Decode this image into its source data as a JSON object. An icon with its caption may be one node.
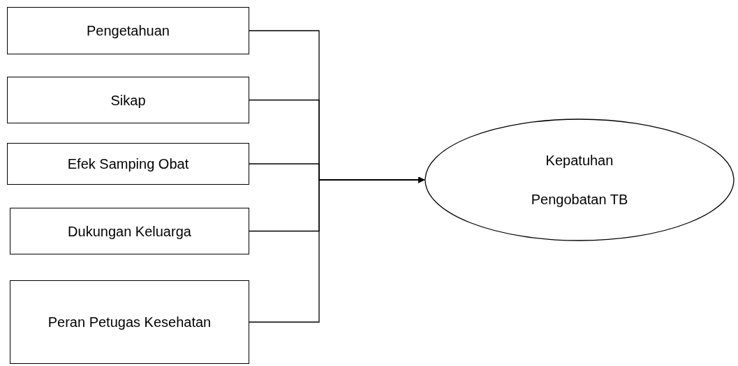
{
  "diagram": {
    "nodes": [
      {
        "text": [
          "Pengetahuan"
        ]
      },
      {
        "text": [
          "Sikap"
        ]
      },
      {
        "text": [
          "Efek Samping Obat"
        ]
      },
      {
        "text": [
          "Dukungan Keluarga"
        ]
      },
      {
        "text": [
          "Peran Petugas Kesehatan"
        ]
      },
      {
        "text": [
          "Kepatuhan Pengobatan TB"
        ]
      }
    ],
    "edges": [
      {
        "from": 0,
        "to": 5,
        "arrow": "to"
      },
      {
        "from": 1,
        "to": 5,
        "arrow": "to"
      },
      {
        "from": 2,
        "to": 5,
        "arrow": "to"
      },
      {
        "from": 3,
        "to": 5,
        "arrow": "to"
      },
      {
        "from": 4,
        "to": 5,
        "arrow": "to"
      }
    ]
  }
}
